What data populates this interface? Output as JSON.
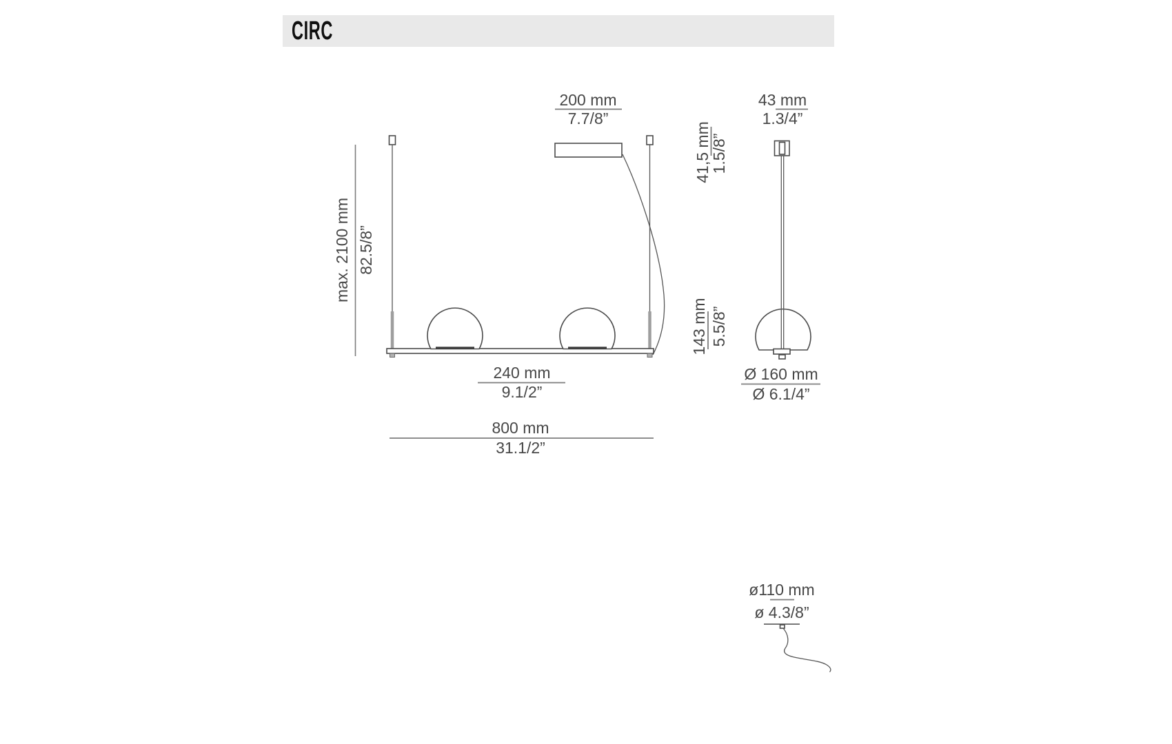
{
  "page": {
    "title": "CIRC"
  },
  "figures": {
    "linear_pendant": {
      "label": "two-light linear pendant side view",
      "dims": {
        "canopy_length": {
          "mm": "200 mm",
          "inch": "7.7/8”"
        },
        "max_height": {
          "mm": "max. 2100 mm",
          "inch": "82.5/8”"
        },
        "sphere_spacing": {
          "mm": "240 mm",
          "inch": "9.1/2”"
        },
        "overall_length": {
          "mm": "800 mm",
          "inch": "31.1/2”"
        }
      }
    },
    "single_pendant": {
      "label": "single pendant front view",
      "dims": {
        "mount_width": {
          "mm": "43 mm",
          "inch": "1.3/4”"
        },
        "mount_height": {
          "mm": "41,5 mm",
          "inch": "1.5/8”"
        },
        "shade_height": {
          "mm": "143 mm",
          "inch": "5.5/8”"
        },
        "shade_diameter": {
          "mm": "Ø 160 mm",
          "inch": "Ø 6.1/4”"
        }
      }
    },
    "ceiling_canopy": {
      "label": "ceiling canopy edge view with cord",
      "dims": {
        "diameter": {
          "mm": "ø110 mm",
          "inch": "ø 4.3/8”"
        }
      }
    }
  }
}
